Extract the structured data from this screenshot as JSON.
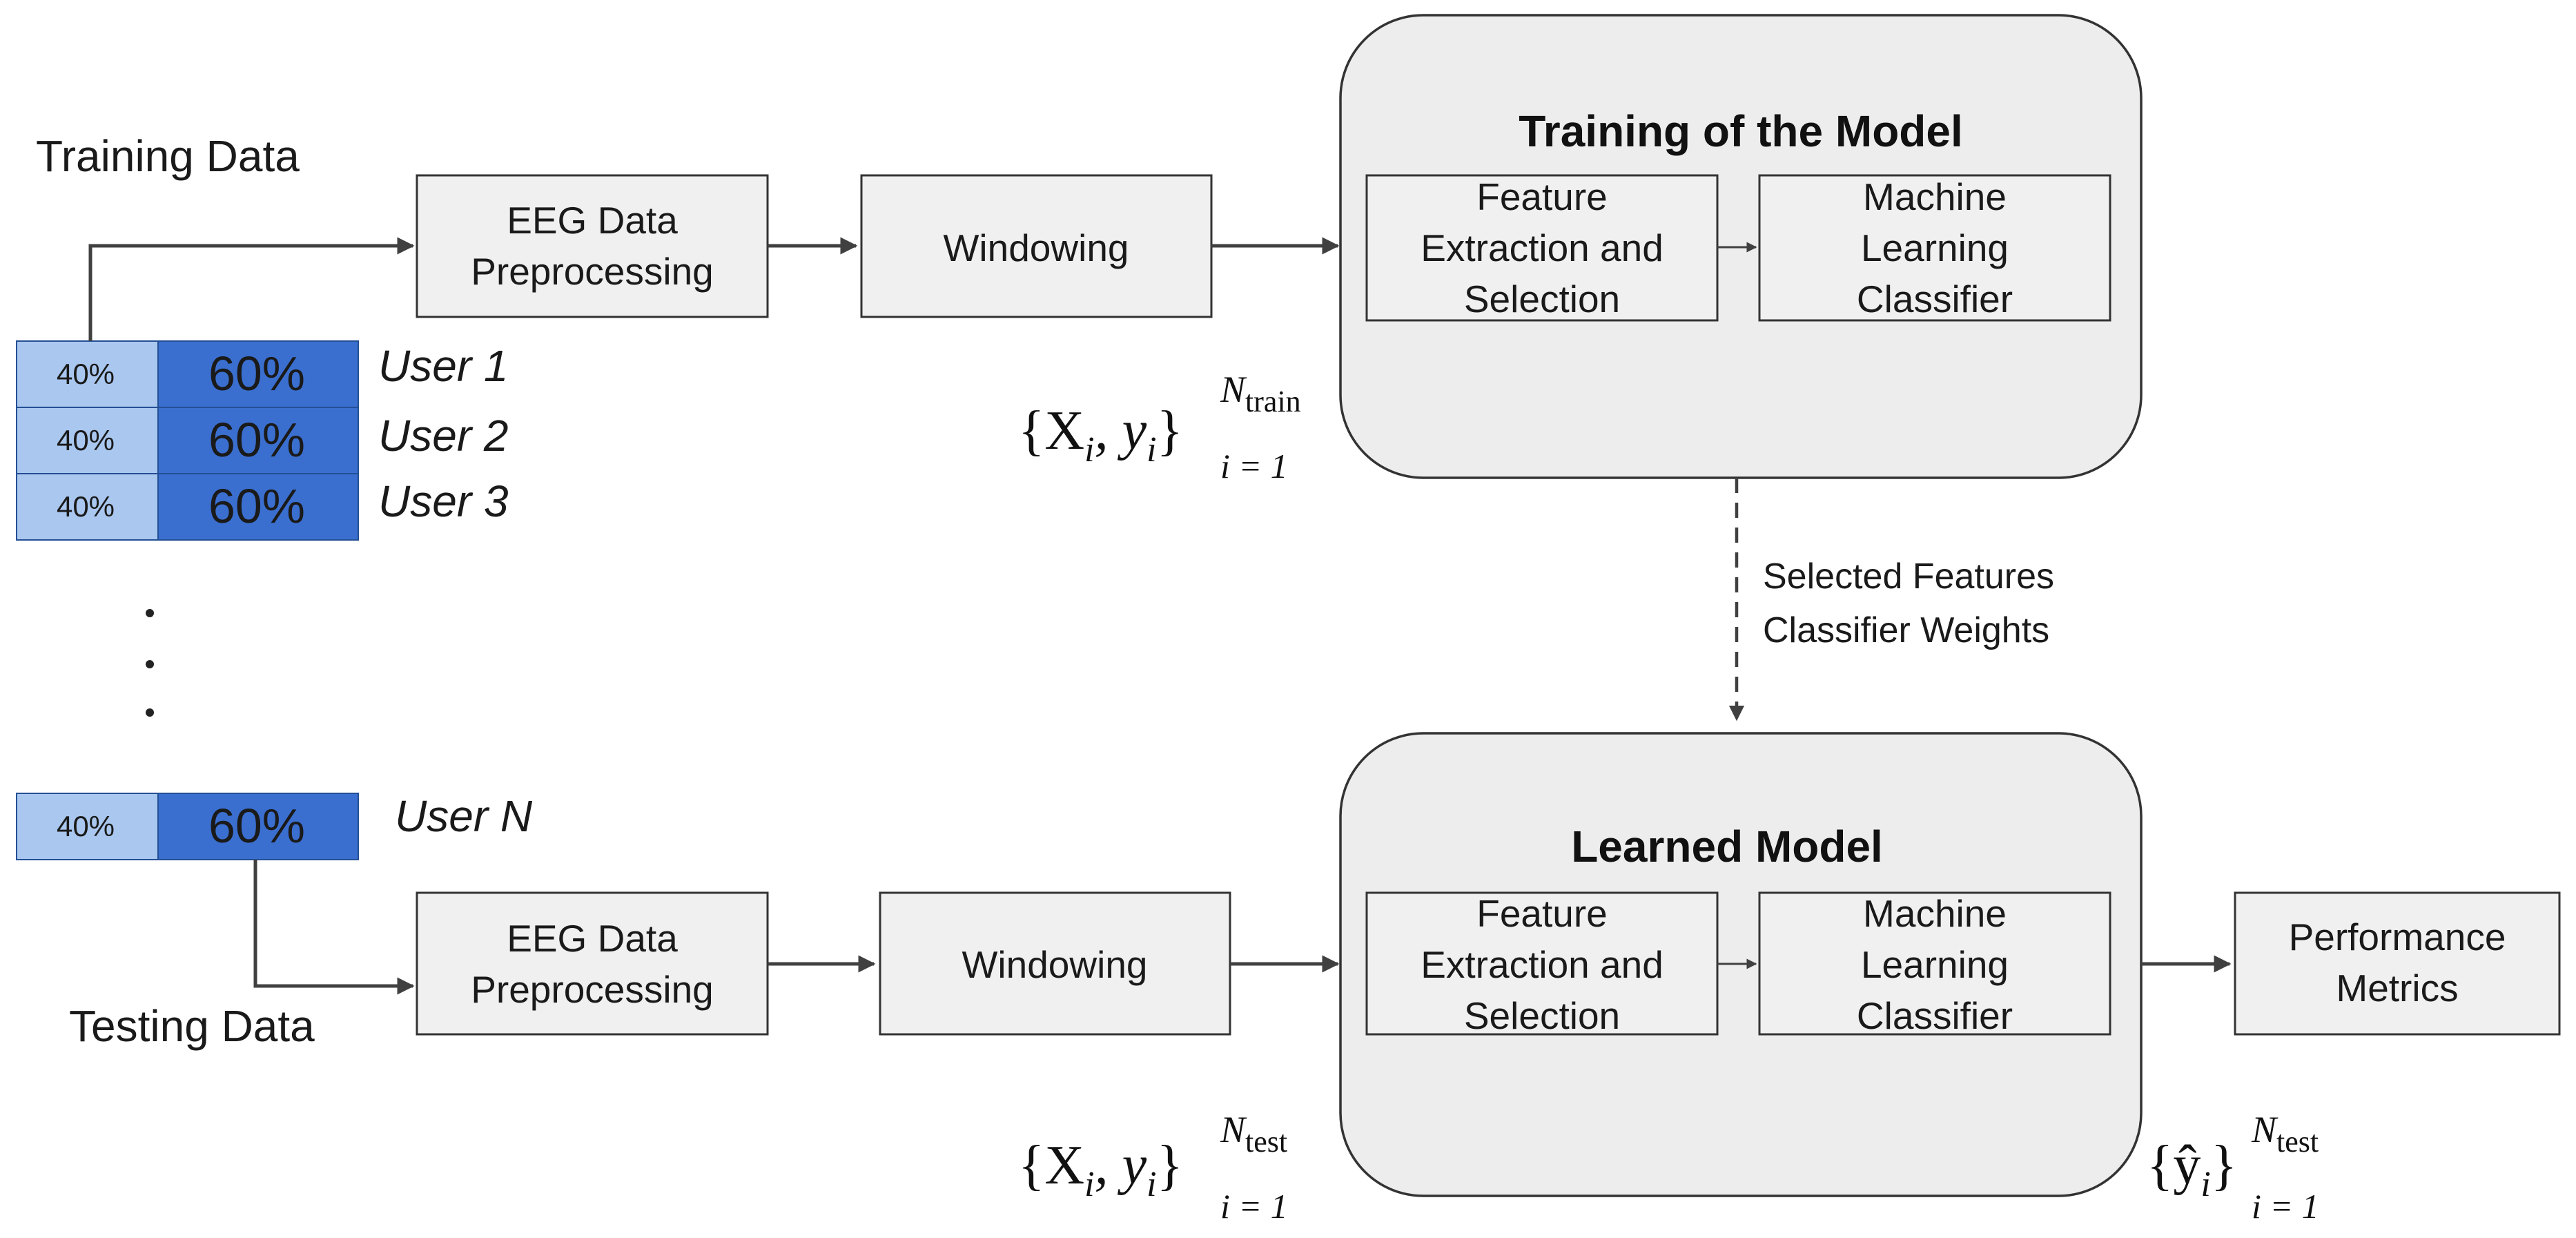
{
  "labels": {
    "training_data": "Training Data",
    "testing_data": "Testing Data",
    "selected_features": "Selected Features",
    "classifier_weights": "Classifier Weights"
  },
  "boxes": {
    "eeg_preprocessing": [
      "EEG Data",
      "Preprocessing"
    ],
    "windowing": "Windowing",
    "feature_extraction": [
      "Feature",
      "Extraction and",
      "Selection"
    ],
    "ml_classifier": [
      "Machine",
      "Learning",
      "Classifier"
    ],
    "performance_metrics": [
      "Performance",
      "Metrics"
    ]
  },
  "panels": {
    "training_title": "Training of the  Model",
    "learned_title": "Learned Model"
  },
  "users": [
    {
      "name": "User 1",
      "left": "40%",
      "right": "60%"
    },
    {
      "name": "User 2",
      "left": "40%",
      "right": "60%"
    },
    {
      "name": "User 3",
      "left": "40%",
      "right": "60%"
    },
    {
      "name": "User N",
      "left": "40%",
      "right": "60%"
    }
  ],
  "ellipsis": "⋮",
  "formulas": {
    "train": {
      "set": "{X",
      "sub_i1": "i",
      "comma": ", y",
      "sub_i2": "i",
      "close": "}",
      "sup": "N",
      "sup_sub": "train",
      "lower": "i = 1"
    },
    "test": {
      "set": "{X",
      "sub_i1": "i",
      "comma": ", y",
      "sub_i2": "i",
      "close": "}",
      "sup": "N",
      "sup_sub": "test",
      "lower": "i = 1"
    },
    "pred": {
      "set": "{ŷ",
      "sub_i1": "i",
      "close": "}",
      "sup": "N",
      "sup_sub": "test",
      "lower": "i = 1"
    }
  },
  "colors": {
    "split_light": "#a9c7ef",
    "split_dark": "#3a6fd0",
    "box_fill": "#f0f0f0",
    "panel_fill": "#ededed"
  }
}
